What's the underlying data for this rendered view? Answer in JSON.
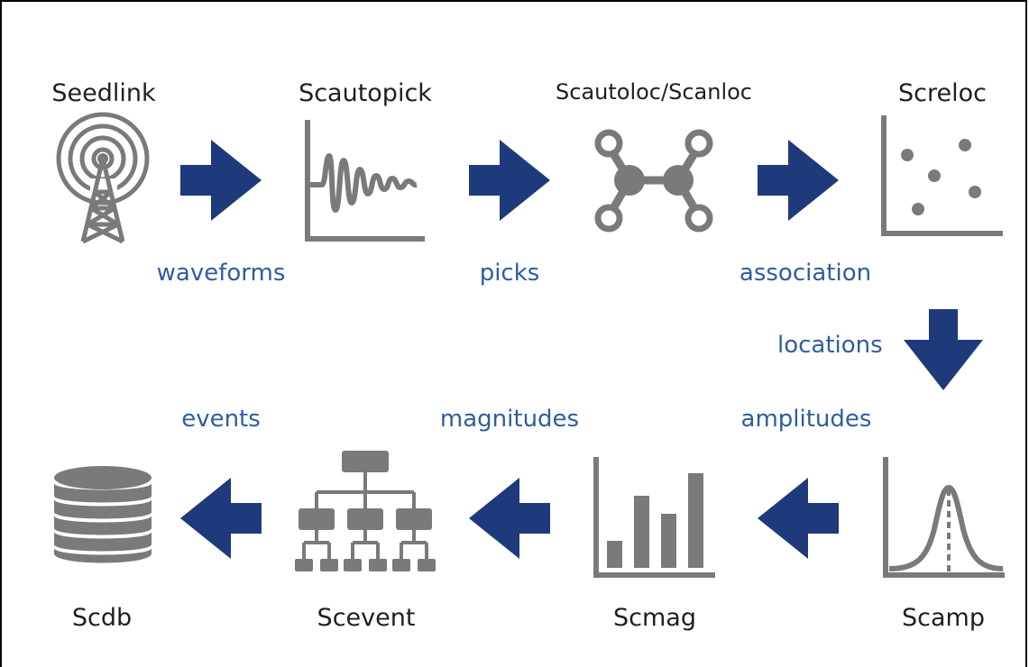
{
  "colors": {
    "icon_gray": "#7a7a7a",
    "arrow_navy": "#1f3a7a",
    "edge_label_blue": "#2f5d9f",
    "node_label": "#1f1f1f"
  },
  "nodes": {
    "seedlink": {
      "label": "Seedlink",
      "icon": "radio-tower-icon"
    },
    "scautopick": {
      "label": "Scautopick",
      "icon": "waveform-icon"
    },
    "scautoloc": {
      "label": "Scautoloc/Scanloc",
      "icon": "network-nodes-icon"
    },
    "screloc": {
      "label": "Screloc",
      "icon": "scatter-plot-icon"
    },
    "scamp": {
      "label": "Scamp",
      "icon": "bell-curve-icon"
    },
    "scmag": {
      "label": "Scmag",
      "icon": "bar-chart-icon"
    },
    "scevent": {
      "label": "Scevent",
      "icon": "hierarchy-tree-icon"
    },
    "scdb": {
      "label": "Scdb",
      "icon": "database-icon"
    }
  },
  "edges": {
    "waveforms": "waveforms",
    "picks": "picks",
    "association": "association",
    "locations": "locations",
    "amplitudes": "amplitudes",
    "magnitudes": "magnitudes",
    "events": "events"
  }
}
